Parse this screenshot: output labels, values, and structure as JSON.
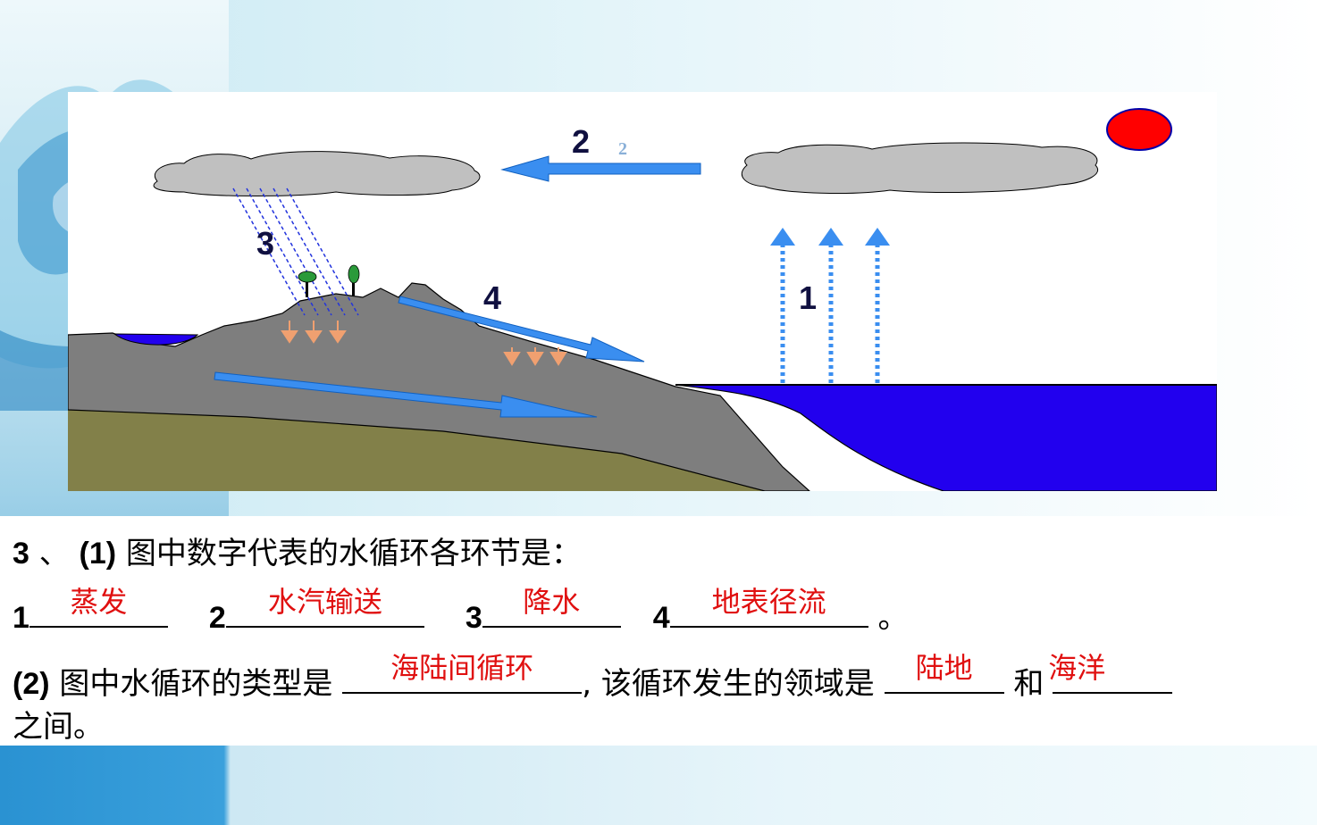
{
  "diagram": {
    "labels": {
      "l1": "1",
      "l2": "2",
      "l2_small": "2",
      "l3": "3",
      "l4": "4"
    },
    "colors": {
      "ocean": "#2200ee",
      "land": "#7e7e7e",
      "ground": "#828049",
      "cloud": "#c0c0c0",
      "sun": "#ff0000",
      "arrow": "#3a8ef0",
      "infiltration": "#f0a070"
    }
  },
  "question": {
    "line1": {
      "num": "3",
      "sep": " 、 ",
      "part": "(1)",
      "text": " 图中数字代表的水循环各环节是："
    },
    "blanks": [
      {
        "num": "1",
        "answer": "蒸发"
      },
      {
        "num": "2",
        "answer": "水汽输送"
      },
      {
        "num": "3",
        "answer": "降水"
      },
      {
        "num": "4",
        "answer": "地表径流"
      }
    ],
    "end_mark": " 。",
    "line3": {
      "part": "(2)",
      "text_a": " 图中水循环的类型是 ",
      "answer_type": "海陆间循环",
      "text_b": ", 该循环发生的领域是 ",
      "answer_land": "陆地",
      "text_c": " 和",
      "answer_ocean": "海洋"
    },
    "line4": "之间。"
  }
}
